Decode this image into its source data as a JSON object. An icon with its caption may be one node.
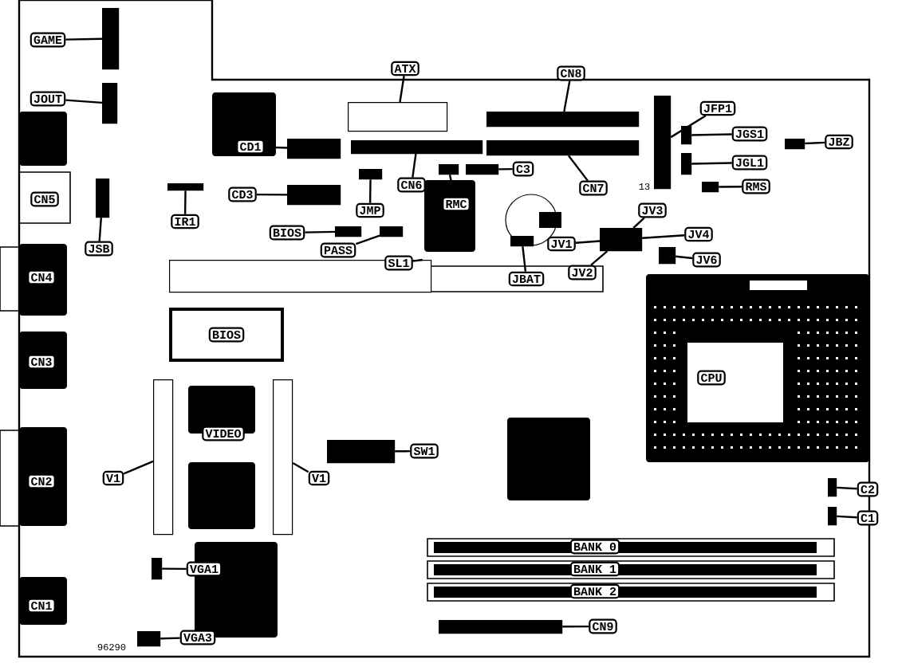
{
  "diagram": {
    "nodes": [
      {
        "text": [
          "GAME"
        ]
      },
      {
        "text": [],
        "shape": "box"
      },
      {
        "text": [
          "JOUT"
        ]
      },
      {
        "text": [],
        "shape": "box"
      },
      {
        "text": [
          "CN5"
        ]
      },
      {
        "text": [
          "JSB"
        ]
      },
      {
        "text": [],
        "shape": "box"
      },
      {
        "text": [
          "CN4"
        ]
      },
      {
        "text": [
          "CN3"
        ]
      },
      {
        "text": [
          "CN2"
        ]
      },
      {
        "text": [
          "CN1"
        ]
      },
      {
        "text": [
          "ATX"
        ]
      },
      {
        "text": [],
        "shape": "box"
      },
      {
        "text": [
          "CD1"
        ]
      },
      {
        "text": [],
        "shape": "box"
      },
      {
        "text": [
          "IR1"
        ]
      },
      {
        "text": [],
        "shape": "box"
      },
      {
        "text": [
          "CD3"
        ]
      },
      {
        "text": [],
        "shape": "box"
      },
      {
        "text": [
          "JMP"
        ]
      },
      {
        "text": [],
        "shape": "box"
      },
      {
        "text": [
          "CN6"
        ]
      },
      {
        "text": [],
        "shape": "box"
      },
      {
        "text": [
          "CN8"
        ]
      },
      {
        "text": [],
        "shape": "box"
      },
      {
        "text": [
          "C3"
        ]
      },
      {
        "text": [],
        "shape": "box"
      },
      {
        "text": [
          "RMC"
        ]
      },
      {
        "text": [],
        "shape": "box"
      },
      {
        "text": [
          "CN7"
        ]
      },
      {
        "text": [],
        "shape": "box"
      },
      {
        "text": [
          "BIOS"
        ]
      },
      {
        "text": [],
        "shape": "box"
      },
      {
        "text": [
          "PASS"
        ]
      },
      {
        "text": [],
        "shape": "box"
      },
      {
        "text": [
          "JFP1"
        ]
      },
      {
        "text": [],
        "shape": "box"
      },
      {
        "text": [
          "JGS1"
        ]
      },
      {
        "text": [],
        "shape": "box"
      },
      {
        "text": [
          "JBZ"
        ]
      },
      {
        "text": [],
        "shape": "box"
      },
      {
        "text": [
          "JGL1"
        ]
      },
      {
        "text": [],
        "shape": "box"
      },
      {
        "text": [
          "RMS"
        ]
      },
      {
        "text": [],
        "shape": "box"
      },
      {
        "text": [
          "JV3"
        ]
      },
      {
        "text": [],
        "shape": "box"
      },
      {
        "text": [
          "JV4"
        ]
      },
      {
        "text": [
          "JV1"
        ]
      },
      {
        "text": [
          "JV2"
        ]
      },
      {
        "text": [
          "JV6"
        ]
      },
      {
        "text": [],
        "shape": "box"
      },
      {
        "text": [
          "JBAT"
        ]
      },
      {
        "text": [],
        "shape": "box"
      },
      {
        "text": [
          "SL1"
        ]
      },
      {
        "text": [],
        "shape": "box"
      },
      {
        "text": [
          "BIOS"
        ]
      },
      {
        "text": [
          "VIDEO"
        ]
      },
      {
        "text": [
          "V1"
        ]
      },
      {
        "text": [],
        "shape": "box"
      },
      {
        "text": [
          "V1"
        ]
      },
      {
        "text": [],
        "shape": "box"
      },
      {
        "text": [
          "SW1"
        ]
      },
      {
        "text": [],
        "shape": "box"
      },
      {
        "text": [
          "VGA1"
        ]
      },
      {
        "text": [],
        "shape": "box"
      },
      {
        "text": [
          "VGA3"
        ]
      },
      {
        "text": [],
        "shape": "box"
      },
      {
        "text": [
          "CPU"
        ]
      },
      {
        "text": [
          "C2"
        ]
      },
      {
        "text": [],
        "shape": "box"
      },
      {
        "text": [
          "C1"
        ]
      },
      {
        "text": [],
        "shape": "box"
      },
      {
        "text": [
          "BANK 0"
        ]
      },
      {
        "text": [
          "BANK 1"
        ]
      },
      {
        "text": [
          "BANK 2"
        ]
      },
      {
        "text": [
          "CN9"
        ]
      },
      {
        "text": [],
        "shape": "box"
      }
    ],
    "edges": [
      {
        "from": 0,
        "to": 1,
        "arrow": "none"
      },
      {
        "from": 2,
        "to": 3,
        "arrow": "none"
      },
      {
        "from": 5,
        "to": 6,
        "arrow": "none"
      },
      {
        "from": 11,
        "to": 12,
        "arrow": "none"
      },
      {
        "from": 13,
        "to": 14,
        "arrow": "none"
      },
      {
        "from": 15,
        "to": 16,
        "arrow": "none"
      },
      {
        "from": 17,
        "to": 18,
        "arrow": "none"
      },
      {
        "from": 19,
        "to": 20,
        "arrow": "none"
      },
      {
        "from": 21,
        "to": 22,
        "arrow": "none"
      },
      {
        "from": 23,
        "to": 24,
        "arrow": "none"
      },
      {
        "from": 25,
        "to": 26,
        "arrow": "none"
      },
      {
        "from": 27,
        "to": 28,
        "arrow": "none"
      },
      {
        "from": 29,
        "to": 30,
        "arrow": "none"
      },
      {
        "from": 31,
        "to": 32,
        "arrow": "none"
      },
      {
        "from": 33,
        "to": 34,
        "arrow": "none"
      },
      {
        "from": 35,
        "to": 36,
        "arrow": "none"
      },
      {
        "from": 37,
        "to": 38,
        "arrow": "none"
      },
      {
        "from": 39,
        "to": 40,
        "arrow": "none"
      },
      {
        "from": 41,
        "to": 42,
        "arrow": "none"
      },
      {
        "from": 43,
        "to": 44,
        "arrow": "none"
      },
      {
        "from": 45,
        "to": 46,
        "arrow": "none"
      },
      {
        "from": 47,
        "to": 46,
        "arrow": "none"
      },
      {
        "from": 48,
        "to": 46,
        "arrow": "none"
      },
      {
        "from": 49,
        "to": 46,
        "arrow": "none"
      },
      {
        "from": 50,
        "to": 51,
        "arrow": "none"
      },
      {
        "from": 52,
        "to": 53,
        "arrow": "none"
      },
      {
        "from": 54,
        "to": 55,
        "arrow": "none"
      },
      {
        "from": 58,
        "to": 59,
        "arrow": "none"
      },
      {
        "from": 60,
        "to": 61,
        "arrow": "none"
      },
      {
        "from": 62,
        "to": 63,
        "arrow": "none"
      },
      {
        "from": 64,
        "to": 65,
        "arrow": "none"
      },
      {
        "from": 66,
        "to": 67,
        "arrow": "none"
      },
      {
        "from": 69,
        "to": 70,
        "arrow": "none"
      },
      {
        "from": 71,
        "to": 72,
        "arrow": "none"
      },
      {
        "from": 76,
        "to": 77,
        "arrow": "none"
      }
    ],
    "labels": [
      "13",
      "96290"
    ]
  }
}
